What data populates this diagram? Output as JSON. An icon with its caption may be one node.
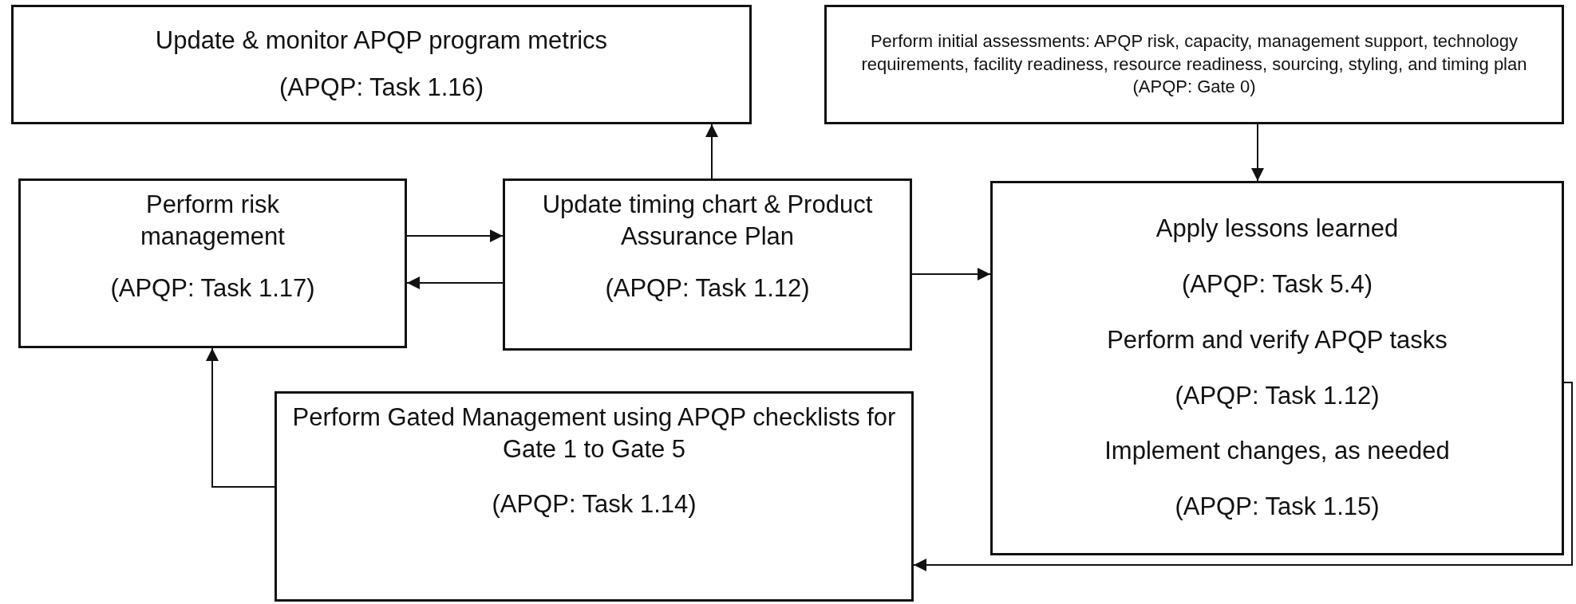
{
  "diagram": {
    "nodes": [
      {
        "text": [
          "Update & monitor APQP program metrics",
          "(APQP: Task 1.16)"
        ]
      },
      {
        "text": [
          "Perform initial assessments: APQP risk, capacity, management support, technology requirements, facility readiness, resource readiness, sourcing, styling, and timing plan (APQP: Gate 0)"
        ]
      },
      {
        "text": [
          "Perform risk management",
          "(APQP: Task 1.17)"
        ]
      },
      {
        "text": [
          "Update timing chart & Product Assurance Plan",
          "(APQP: Task 1.12)"
        ]
      },
      {
        "text": [
          "Apply lessons learned",
          "(APQP: Task 5.4)",
          "Perform and verify APQP tasks",
          "(APQP: Task 1.12)",
          "Implement changes, as needed",
          "(APQP: Task 1.15)"
        ]
      },
      {
        "text": [
          "Perform Gated Management using APQP checklists for Gate 1 to Gate 5",
          "(APQP: Task 1.14)"
        ]
      }
    ],
    "edges": [
      {
        "from": 3,
        "to": 0,
        "arrow": "to"
      },
      {
        "from": 1,
        "to": 4,
        "arrow": "to"
      },
      {
        "from": 2,
        "to": 3,
        "arrow": "to"
      },
      {
        "from": 3,
        "to": 2,
        "arrow": "to"
      },
      {
        "from": 3,
        "to": 4,
        "arrow": "to"
      },
      {
        "from": 5,
        "to": 2,
        "arrow": "to"
      },
      {
        "from": 4,
        "to": 5,
        "arrow": "to"
      }
    ]
  }
}
